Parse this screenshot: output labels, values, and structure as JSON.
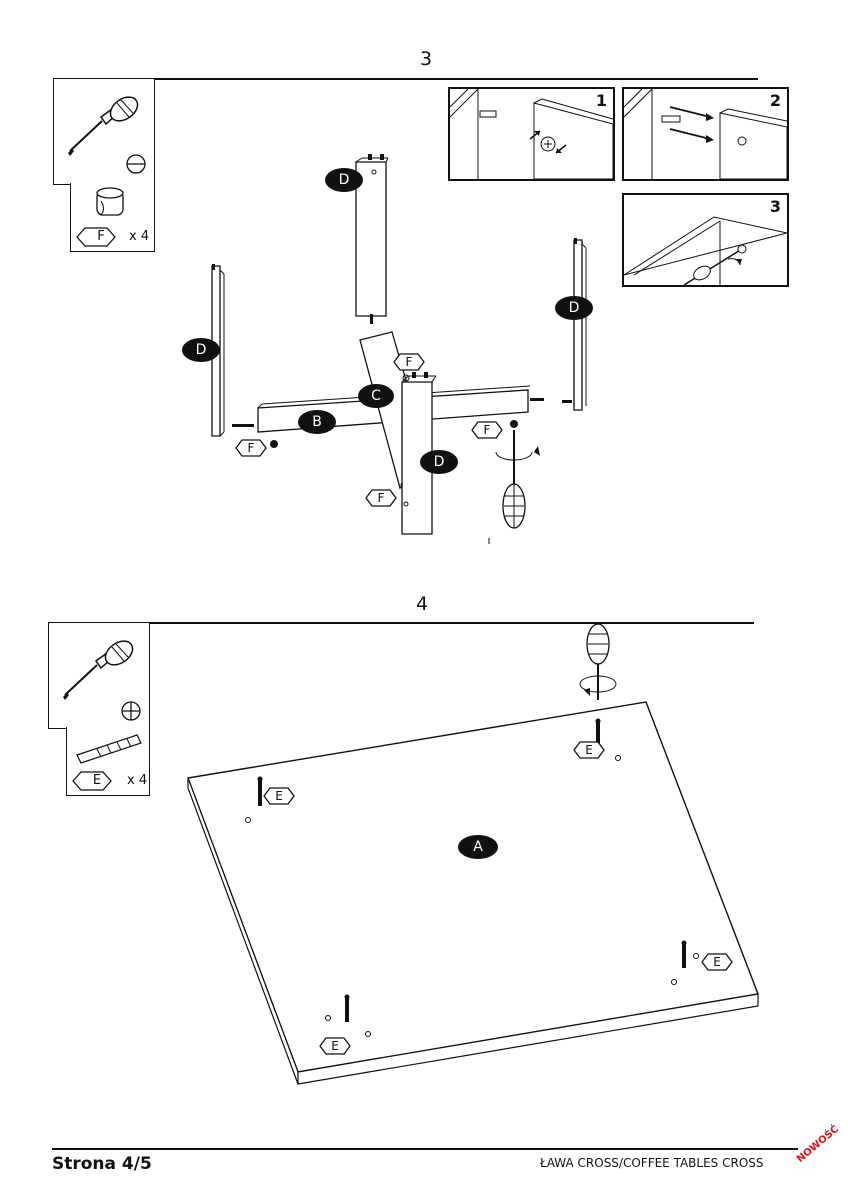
{
  "step3": {
    "number": "3",
    "tool": "flat-screwdriver",
    "tool_symbol": "minus-slot",
    "part": {
      "label": "F",
      "quantity": "x 4"
    },
    "insets": [
      {
        "number": "1"
      },
      {
        "number": "2"
      },
      {
        "number": "3"
      }
    ],
    "labels": {
      "D": "D",
      "C": "C",
      "B": "B",
      "F": "F"
    }
  },
  "step4": {
    "number": "4",
    "tool": "phillips-screwdriver",
    "tool_symbol": "cross-slot",
    "part": {
      "label": "E",
      "quantity": "x 4"
    },
    "labels": {
      "A": "A",
      "E": "E"
    }
  },
  "footer": {
    "page": "Strona 4/5",
    "title": "ŁAWA CROSS/COFFEE TABLES CROSS",
    "badge": "NOWOŚĆ",
    "badge_color": "#e01010"
  }
}
